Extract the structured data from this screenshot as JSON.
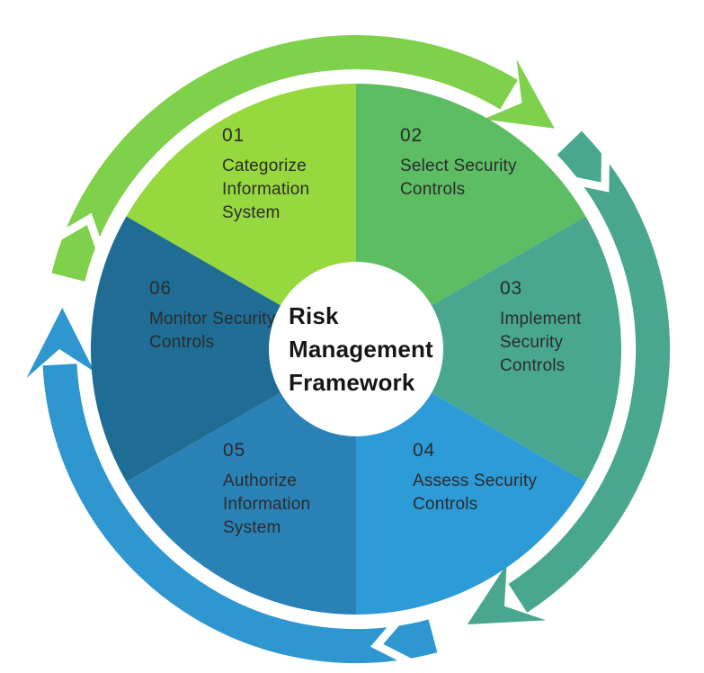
{
  "center_label": {
    "line1": "Risk",
    "line2": "Management",
    "line3": "Framework"
  },
  "segments": [
    {
      "number": "01",
      "label": "Categorize Information System",
      "color": "#97d83e"
    },
    {
      "number": "02",
      "label": "Select Security Controls",
      "color": "#5cbd63"
    },
    {
      "number": "03",
      "label": "Implement Security Controls",
      "color": "#49a78f"
    },
    {
      "number": "04",
      "label": "Assess Security Controls",
      "color": "#2d9bd7"
    },
    {
      "number": "05",
      "label": "Authorize Information System",
      "color": "#2a81b6"
    },
    {
      "number": "06",
      "label": "Monitor Security Controls",
      "color": "#1f6d94"
    }
  ],
  "ring": {
    "green": "#7fd04b",
    "teal": "#49a78f",
    "blue": "#2e97d0",
    "notch": "#ffffff"
  }
}
